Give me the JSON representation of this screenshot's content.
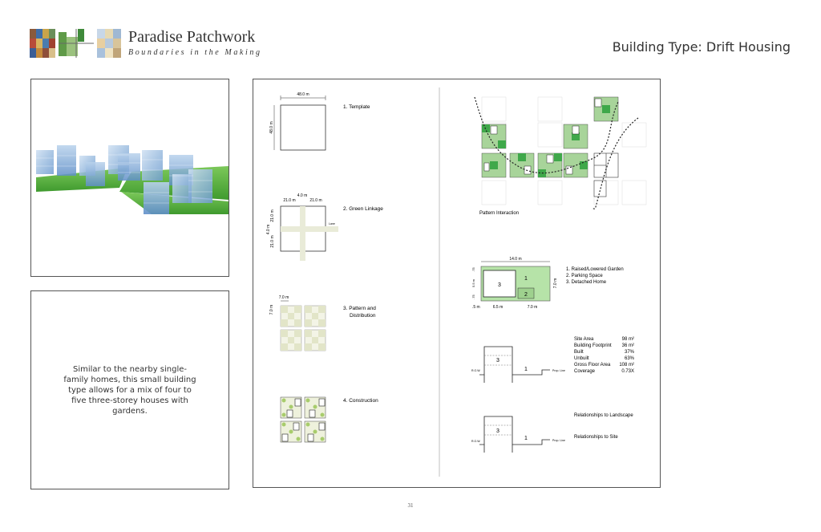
{
  "header": {
    "brand_title": "Paradise Patchwork",
    "brand_subtitle": "Boundaries in the Making",
    "page_title": "Building Type: Drift Housing"
  },
  "description": "Similar to the nearby single-family homes, this small building type allows for a mix of four to five three-storey houses with gardens.",
  "steps": {
    "template": {
      "label": "1. Template",
      "dim_width": "48.0 m",
      "dim_height": "48.0 m"
    },
    "green_linkage": {
      "label": "2. Green Linkage",
      "dim_top_left": "21.0 m",
      "dim_top_center": "4.0 m",
      "dim_top_right": "21.0 m",
      "dim_side_top": "21.0 m",
      "dim_side_mid": "4.0 m",
      "dim_side_bottom": "21.0 m",
      "lane_label": "Lane"
    },
    "pattern": {
      "label_line1": "3. Pattern and",
      "label_line2": "Distribution",
      "dim_width": "7.0 m",
      "dim_height": "7.0 m"
    },
    "construction": {
      "label": "4. Construction"
    }
  },
  "pattern_interaction": {
    "label": "Pattern Interaction"
  },
  "lot_plan": {
    "dim_total": "14.0 m",
    "dim_left_margin": ".5 m",
    "dim_home": "6.5 m",
    "dim_garden": "7.0 m",
    "dim_height_total": "7.0 m",
    "dim_left_top": ".75",
    "dim_left_mid": "5.5 m",
    "dim_left_bottom": ".75",
    "area_labels": [
      "3",
      "1",
      "2"
    ],
    "legend": [
      "1. Raised/Lowered Garden",
      "2. Parking Space",
      "3. Detached Home"
    ]
  },
  "site_stats": [
    {
      "label": "Site Area",
      "value": "98 m²"
    },
    {
      "label": "Building Footprint",
      "value": "36 m²"
    },
    {
      "label": "Built",
      "value": "37%"
    },
    {
      "label": "Unbuilt",
      "value": "63%"
    },
    {
      "label": "Gross Floor Area",
      "value": "108 m²"
    },
    {
      "label": "Coverage",
      "value": "0.73X"
    }
  ],
  "sections": {
    "row_label": "R.O.W.",
    "prop_line_label": "Prop. Line",
    "home_number": "3",
    "garden_number": "1",
    "landscape_label": "Relationships to Landscape",
    "site_label": "Relationships to Site"
  },
  "page_number": "31"
}
